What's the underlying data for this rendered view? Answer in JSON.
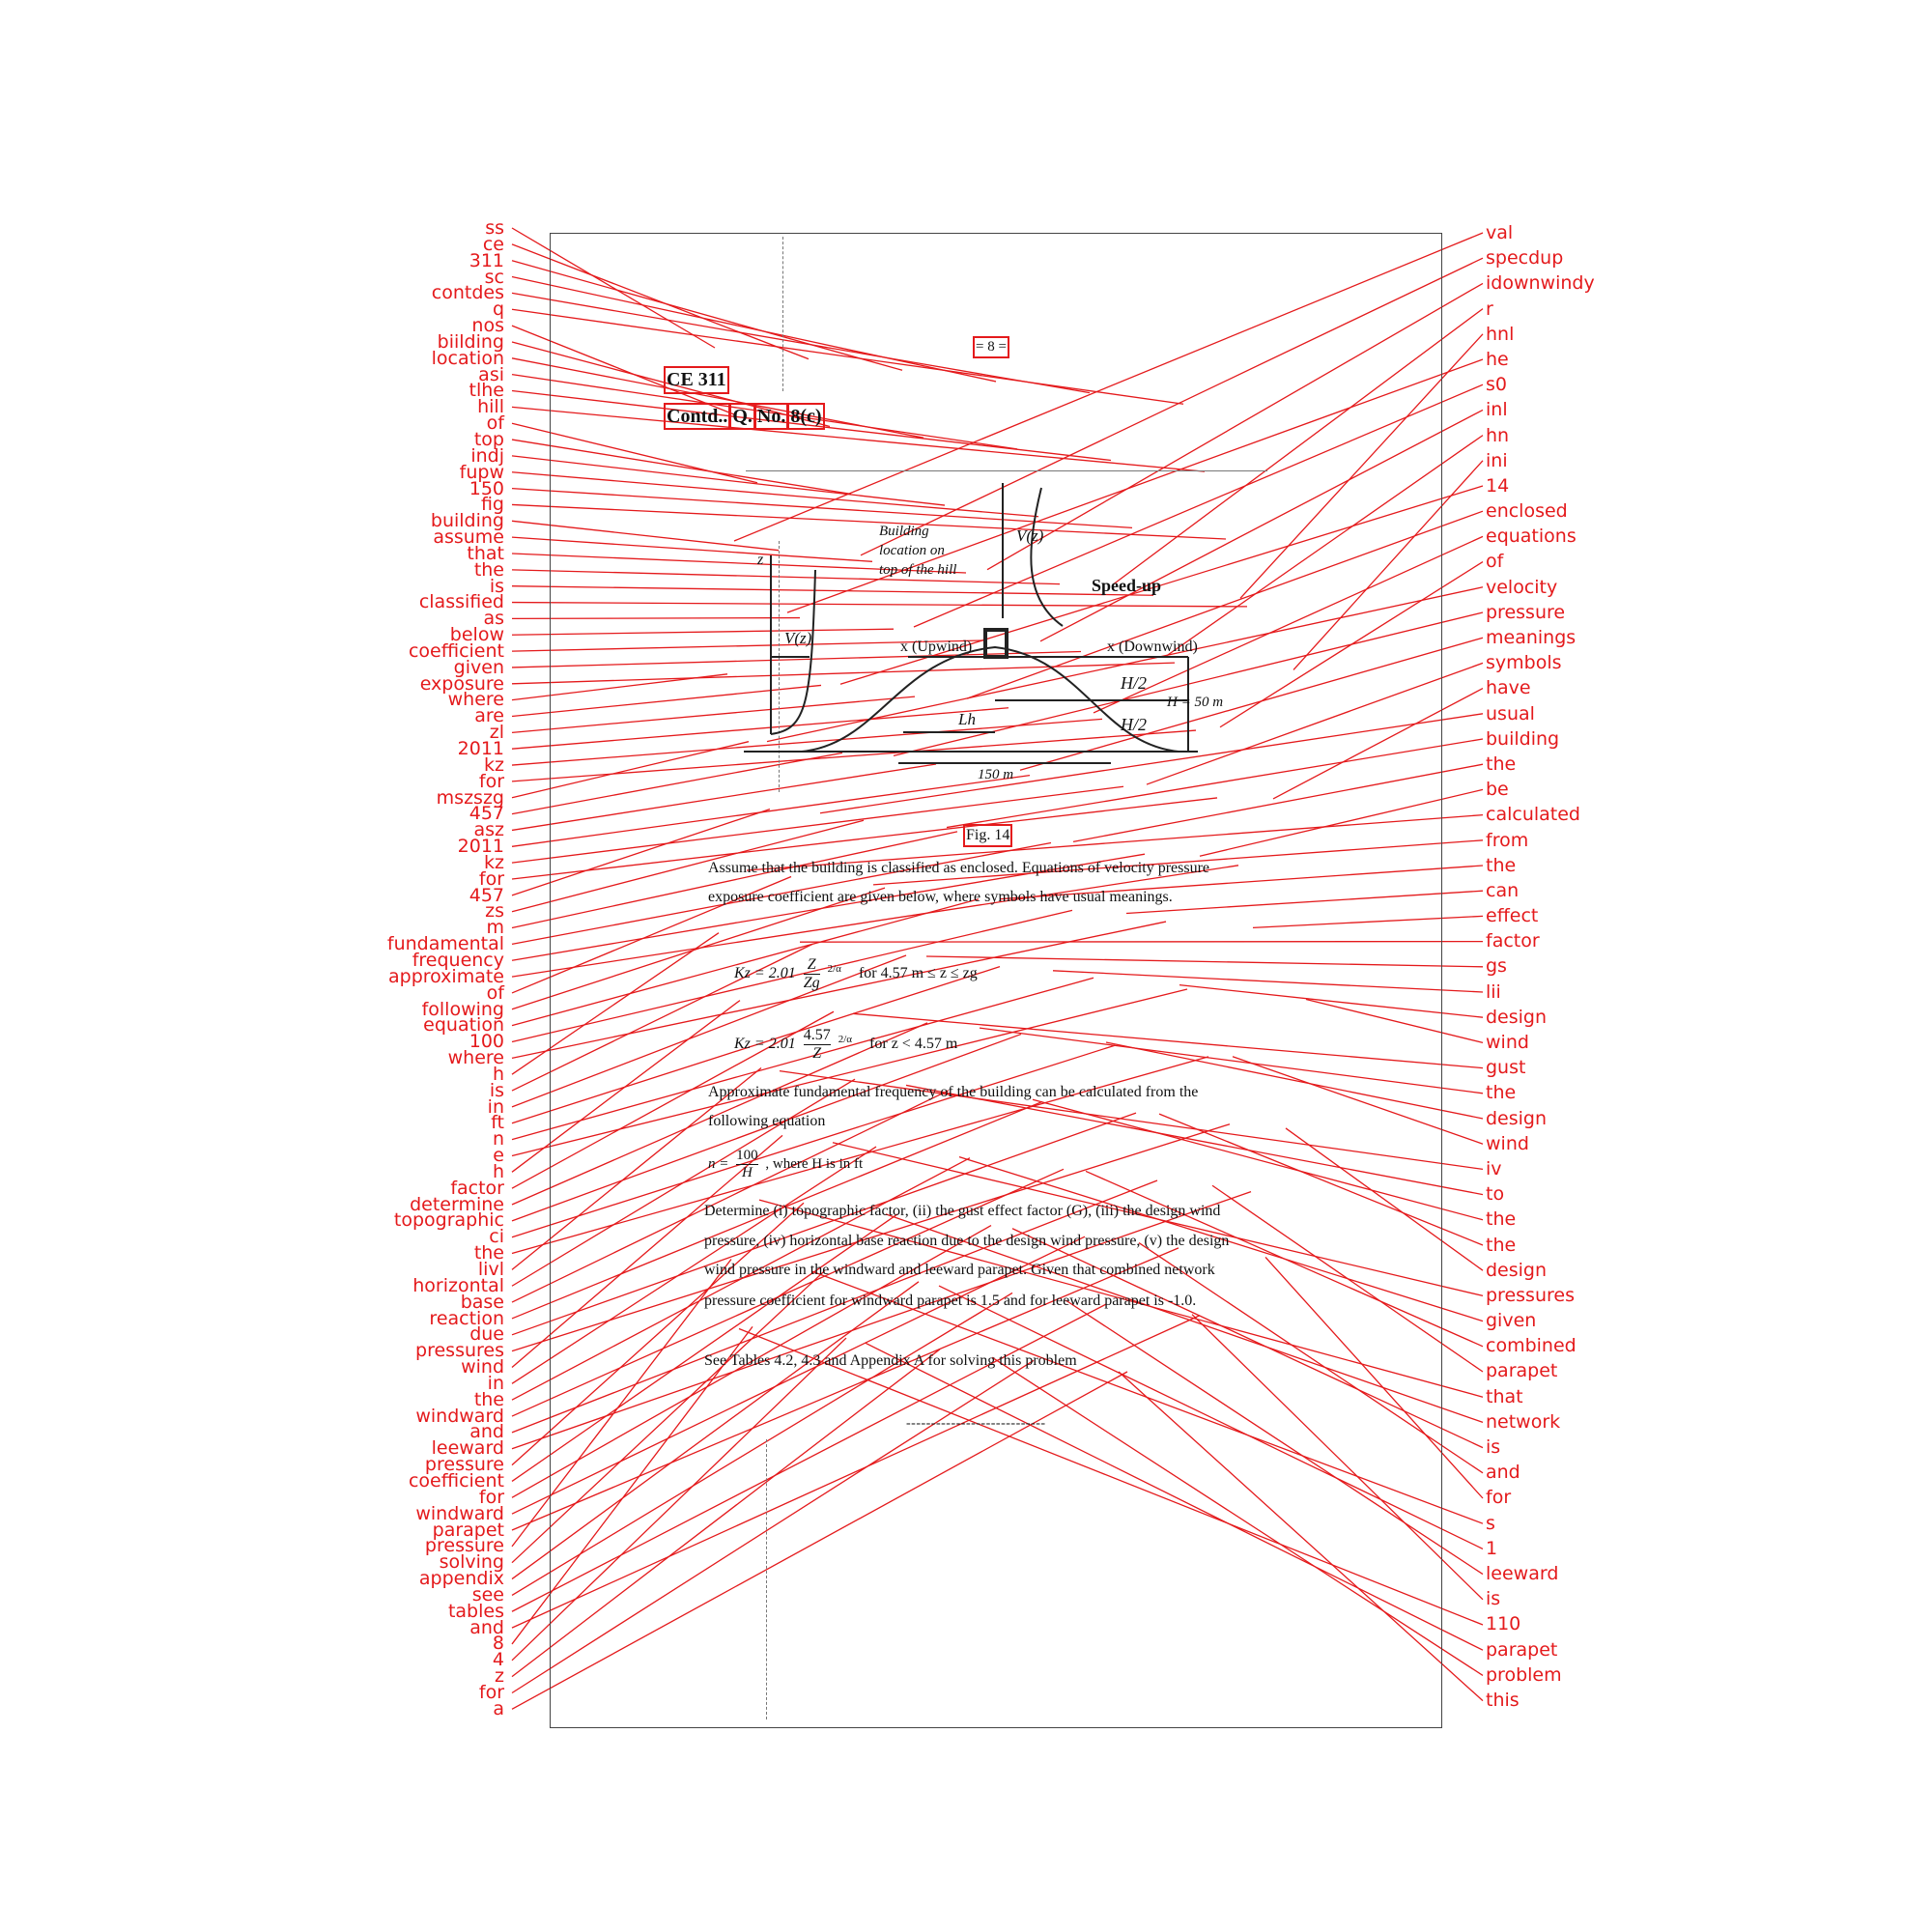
{
  "left_labels": [
    "ss",
    "ce",
    "311",
    "sc",
    "contdes",
    "q",
    "nos",
    "biilding",
    "location",
    "asi",
    "tlhe",
    "hill",
    "of",
    "top",
    "indj",
    "fupw",
    "150",
    "fig",
    "building",
    "assume",
    "that",
    "the",
    "is",
    "classified",
    "as",
    "below",
    "coefficient",
    "given",
    "exposure",
    "where",
    "are",
    "zl",
    "2011",
    "kz",
    "for",
    "mszszg",
    "457",
    "asz",
    "2011",
    "kz",
    "for",
    "457",
    "zs",
    "m",
    "fundamental",
    "frequency",
    "approximate",
    "of",
    "following",
    "equation",
    "100",
    "where",
    "h",
    "is",
    "in",
    "ft",
    "n",
    "e",
    "h",
    "factor",
    "determine",
    "topographic",
    "ci",
    "the",
    "livl",
    "horizontal",
    "base",
    "reaction",
    "due",
    "pressures",
    "wind",
    "in",
    "the",
    "windward",
    "and",
    "leeward",
    "pressure",
    "coefficient",
    "for",
    "windward",
    "parapet",
    "pressure",
    "solving",
    "appendix",
    "see",
    "tables",
    "and",
    "8",
    "4",
    "z",
    "for",
    "a"
  ],
  "right_labels": [
    "val",
    "specdup",
    "idownwindy",
    "r",
    "hnl",
    "he",
    "s0",
    "inl",
    "hn",
    "ini",
    "14",
    "enclosed",
    "equations",
    "of",
    "velocity",
    "pressure",
    "meanings",
    "symbols",
    "have",
    "usual",
    "building",
    "the",
    "be",
    "calculated",
    "from",
    "the",
    "can",
    "effect",
    "factor",
    "gs",
    "lii",
    "design",
    "wind",
    "gust",
    "the",
    "design",
    "wind",
    "iv",
    "to",
    "the",
    "the",
    "design",
    "pressures",
    "given",
    "combined",
    "parapet",
    "that",
    "network",
    "is",
    "and",
    "for",
    "s",
    "1",
    "leeward",
    "is",
    "110",
    "parapet",
    "problem",
    "this"
  ],
  "page": {
    "page_no": "= 8 =",
    "course": "CE 311",
    "contd": "Contd..",
    "q": "Q.",
    "no": "No.",
    "qnum": "8(c)"
  },
  "figure": {
    "building_loc_1": "Building",
    "building_loc_2": "location on",
    "building_loc_3": "top of the hill",
    "vz_top": "V(z)",
    "vz_left": "V(z)",
    "z_axis": "z",
    "speed_up": "Speed-up",
    "upwind": "x (Upwind)",
    "downwind": "x (Downwind)",
    "h2_top": "H/2",
    "h2_bottom": "H/2",
    "h_value": "H = 50 m",
    "lh": "Lh",
    "base_width": "150 m",
    "caption": "Fig. 14"
  },
  "body": {
    "para1_line1": "Assume that the building is classified as enclosed. Equations of velocity pressure",
    "para1_line2": "exposure coefficient are given below, where symbols have usual meanings.",
    "eq1_lhs": "Kz = 2.01",
    "eq1_num": "Z",
    "eq1_den": "Zg",
    "eq1_exp": "2/α",
    "eq1_cond": "for 4.57 m ≤ z ≤ zg",
    "eq2_lhs": "Kz = 2.01",
    "eq2_num": "4.57",
    "eq2_den": "Z",
    "eq2_exp": "2/α",
    "eq2_cond": "for z < 4.57 m",
    "para2_line1": "Approximate fundamental frequency of the building can be calculated from the",
    "para2_line2": "following equation",
    "freq_lhs": "n =",
    "freq_num": "100",
    "freq_den": "H",
    "freq_where": ", where H is in ft",
    "para3_line1": "Determine (i) topographic factor, (ii) the gust effect factor (G), (iii) the design wind",
    "para3_line2": "pressure, (iv) horizontal base reaction due to the design wind pressure, (v) the design",
    "para3_line3": "wind pressure in the windward and leeward parapet. Given that combined network",
    "para3_line4": "pressure coefficient for windward parapet is 1.5 and for leeward parapet is -1.0.",
    "para4": "See Tables 4.2, 4.3 and Appendix A for solving this problem",
    "end_rule": "----------------------------"
  }
}
